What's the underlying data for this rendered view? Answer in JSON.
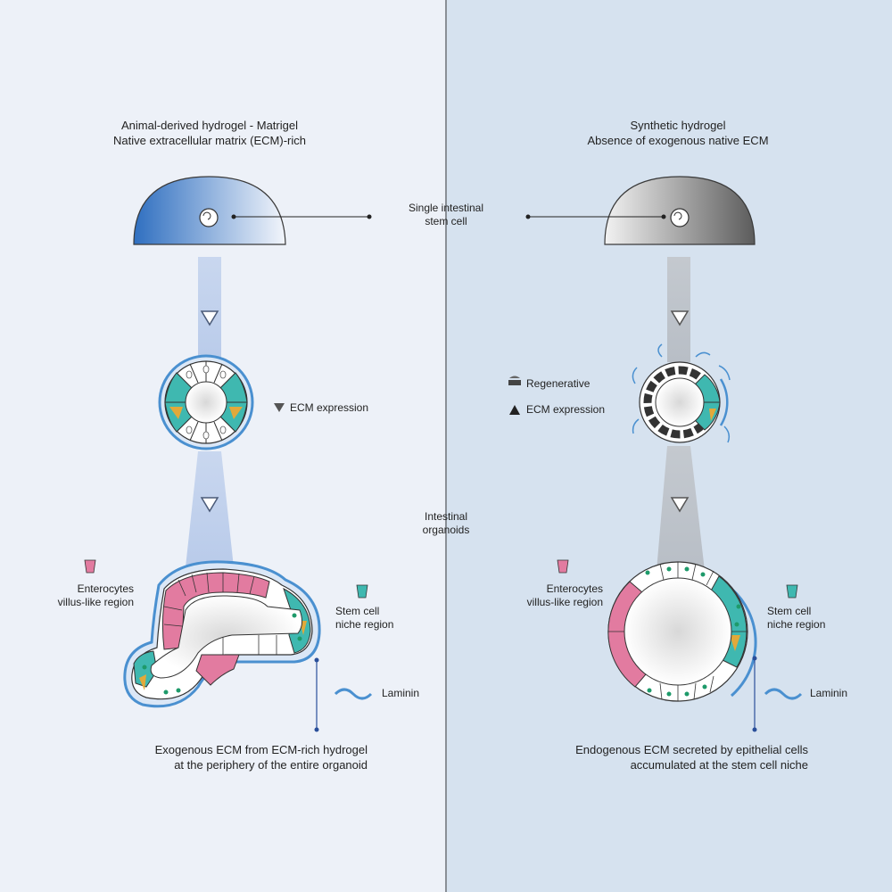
{
  "left": {
    "title_line1": "Animal-derived hydrogel - Matrigel",
    "title_line2": "Native extracellular matrix (ECM)-rich",
    "ecm_label": "ECM expression",
    "enterocytes_line1": "Enterocytes",
    "enterocytes_line2": "villus-like region",
    "stem_line1": "Stem cell",
    "stem_line2": "niche region",
    "laminin": "Laminin",
    "bottom_line1": "Exogenous ECM from ECM-rich hydrogel",
    "bottom_line2": "at the periphery of the entire organoid"
  },
  "center": {
    "stem_cell_line1": "Single intestinal",
    "stem_cell_line2": "stem cell",
    "organoids_line1": "Intestinal",
    "organoids_line2": "organoids"
  },
  "right": {
    "title_line1": "Synthetic hydrogel",
    "title_line2": "Absence of exogenous native ECM",
    "regenerative": "Regenerative",
    "ecm_label": "ECM expression",
    "enterocytes_line1": "Enterocytes",
    "enterocytes_line2": "villus-like region",
    "stem_line1": "Stem cell",
    "stem_line2": "niche region",
    "laminin": "Laminin",
    "bottom_line1": "Endogenous ECM secreted by epithelial cells",
    "bottom_line2": "accumulated at the stem cell niche"
  },
  "colors": {
    "matrigel_blue": "#2f6fc0",
    "synthetic_gray": "#5c5c5c",
    "enterocyte_pink": "#e27ba0",
    "stem_teal": "#3fb8b0",
    "paneth_yellow": "#e2a93a",
    "laminin_blue": "#4a90d0",
    "nucleus_green": "#1e9a6a"
  }
}
